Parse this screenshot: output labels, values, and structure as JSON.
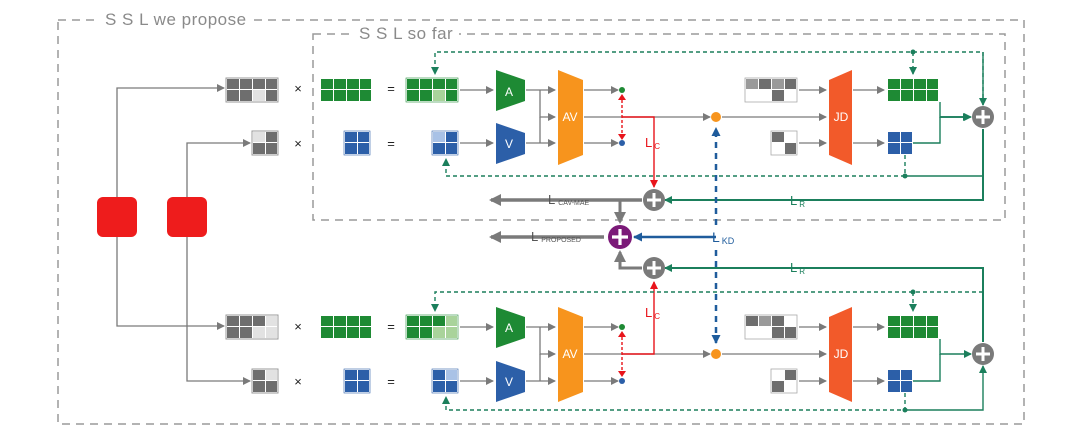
{
  "frames": {
    "outer_title": "S S L we propose",
    "inner_title": "S S L so far"
  },
  "blocks": {
    "audio_encoder": "A",
    "video_encoder": "V",
    "joint_encoder": "AV",
    "joint_decoder": "JD"
  },
  "operators": {
    "multiply": "×",
    "equals": "="
  },
  "losses": {
    "contrastive": {
      "main": "L",
      "sub": "C"
    },
    "reconstruction": {
      "main": "L",
      "sub": "R"
    },
    "cav_mae": {
      "main": "L",
      "sub": "CAV-MAE"
    },
    "proposed": {
      "main": "L",
      "sub": "PROPOSED"
    },
    "distillation": {
      "main": "L",
      "sub": "KD"
    }
  },
  "colors": {
    "audio_green": "#1e8a34",
    "video_blue": "#2c5fa8",
    "joint_orange": "#f7941d",
    "decoder_orange": "#f25a2a",
    "contrastive_red": "#e8141b",
    "recon_teal": "#1b7f5c",
    "kd_blue": "#1f5c9c",
    "proposed_purple": "#7b1a78",
    "mask_red": "#ee1c1c",
    "frame_gray": "#9a9a9a"
  }
}
